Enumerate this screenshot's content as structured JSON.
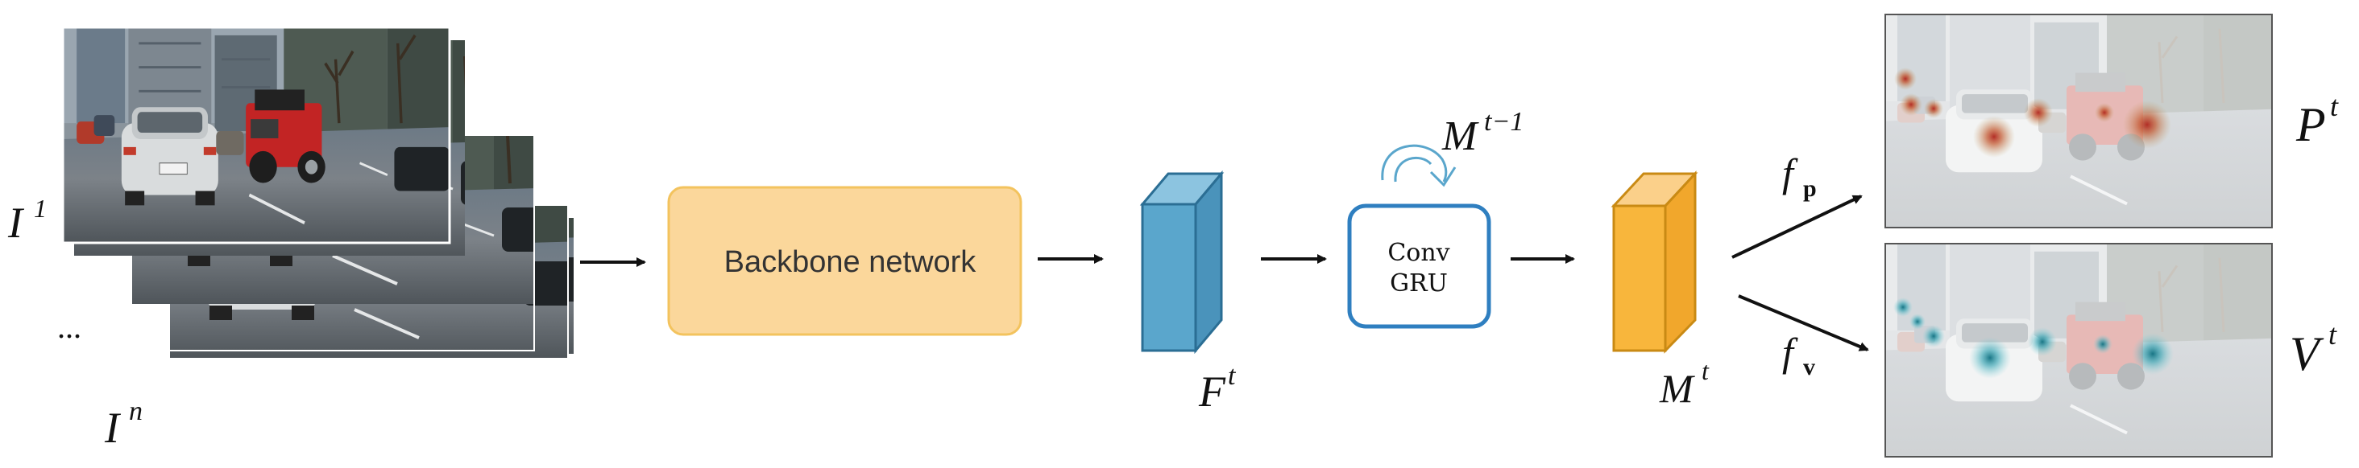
{
  "input": {
    "label_first": "I",
    "label_first_sup": "1",
    "label_dots": "...",
    "label_last": "I",
    "label_last_sup": "n"
  },
  "backbone": {
    "label": "Backbone network",
    "fill": "#fbd79b",
    "stroke": "#f3c35e"
  },
  "feature": {
    "label": "F",
    "label_sup": "t",
    "fill": "#5aa6cc",
    "stroke": "#2b6e94"
  },
  "gru": {
    "line1": "Conv",
    "line2": "GRU",
    "stroke": "#2f7fc0",
    "recurrent_label": "M",
    "recurrent_sup": "t−1"
  },
  "memory": {
    "label": "M",
    "label_sup": "t",
    "fill": "#f8b63c",
    "stroke": "#c98a14"
  },
  "heads": {
    "fp_label": "f",
    "fp_sub": "p",
    "fv_label": "f",
    "fv_sub": "v",
    "p_output": "P",
    "p_output_sup": "t",
    "v_output": "V",
    "v_output_sup": "t",
    "p_heat_color": "#b0241c",
    "v_heat_color": "#1e8a9a"
  }
}
